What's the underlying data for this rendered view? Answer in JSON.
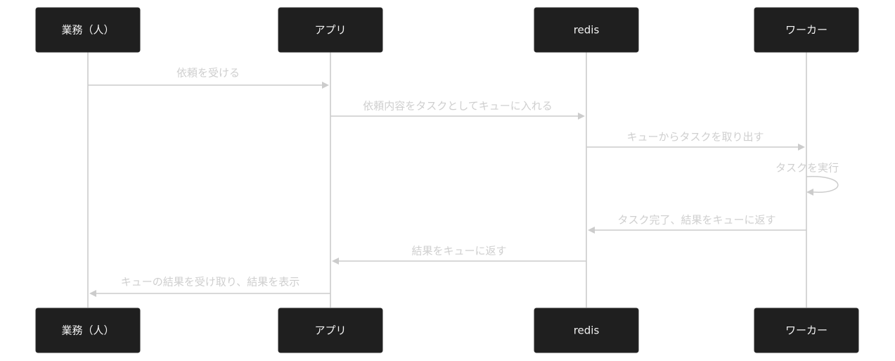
{
  "actors": [
    {
      "id": "business",
      "label": "業務（人）"
    },
    {
      "id": "app",
      "label": "アプリ"
    },
    {
      "id": "redis",
      "label": "redis"
    },
    {
      "id": "worker",
      "label": "ワーカー"
    }
  ],
  "messages": [
    {
      "from": "business",
      "to": "app",
      "label": "依頼を受ける"
    },
    {
      "from": "app",
      "to": "redis",
      "label": "依頼内容をタスクとしてキューに入れる"
    },
    {
      "from": "redis",
      "to": "worker",
      "label": "キューからタスクを取り出す"
    },
    {
      "from": "worker",
      "to": "worker",
      "label": "タスクを実行"
    },
    {
      "from": "worker",
      "to": "redis",
      "label": "タスク完了、結果をキューに返す"
    },
    {
      "from": "redis",
      "to": "app",
      "label": "結果をキューに返す"
    },
    {
      "from": "app",
      "to": "business",
      "label": "キューの結果を受け取り、結果を表示"
    }
  ]
}
